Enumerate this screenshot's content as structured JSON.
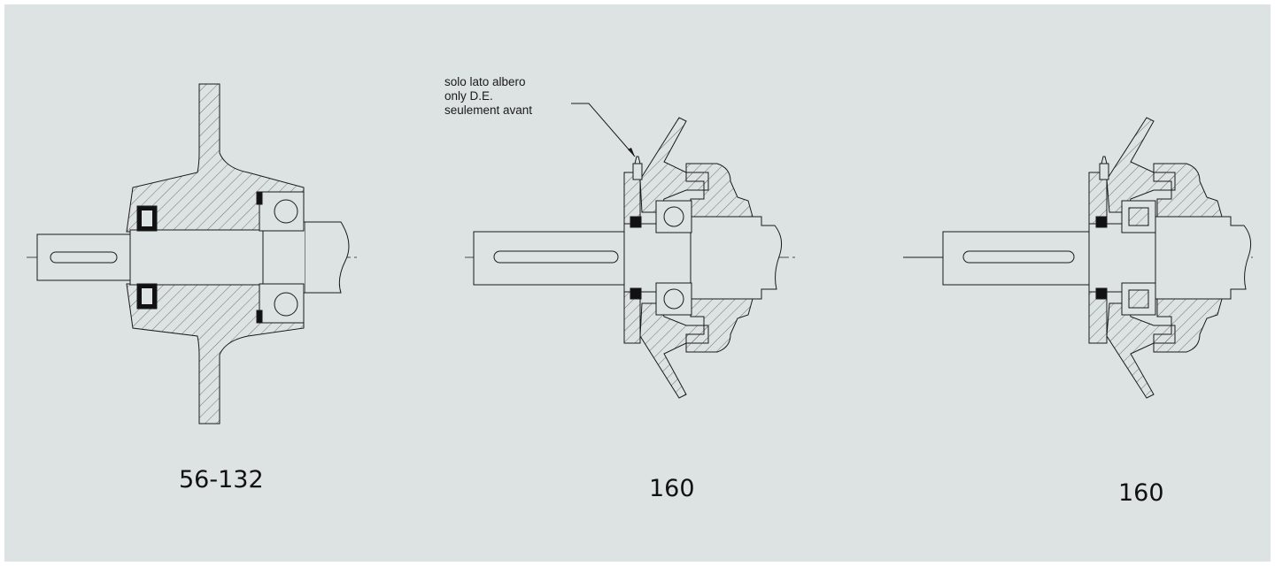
{
  "note": {
    "lines": [
      "solo lato albero",
      "only D.E.",
      "seulement avant"
    ]
  },
  "labels": {
    "left": "56-132",
    "middle": "160",
    "right": "160"
  },
  "colors": {
    "background": "#dce3e2",
    "line": "#1a1a1a",
    "hatch": "#555555"
  }
}
